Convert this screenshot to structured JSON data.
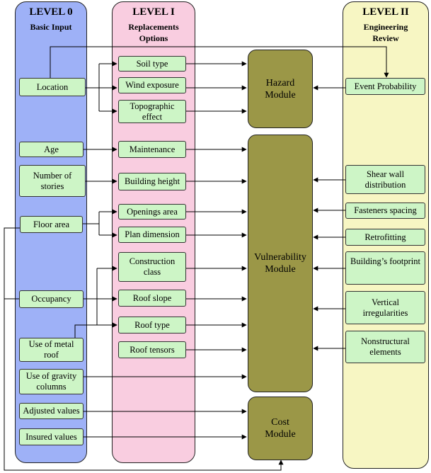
{
  "columns": {
    "level0": {
      "title": "LEVEL 0",
      "subtitle": "Basic Input",
      "color": "#9eb1f7"
    },
    "level1": {
      "title": "LEVEL I",
      "subtitle": "Replacements Options",
      "color": "#f9cde0"
    },
    "level2": {
      "title": "LEVEL II",
      "subtitle": "Engineering Review",
      "color": "#f7f6c3"
    }
  },
  "level0_items": {
    "location": "Location",
    "age": "Age",
    "number_of_stories": "Number of stories",
    "floor_area": "Floor area",
    "occupancy": "Occupancy",
    "use_of_metal_roof": "Use of metal roof",
    "use_of_gravity_columns": "Use of gravity columns",
    "adjusted_values": "Adjusted values",
    "insured_values": "Insured values"
  },
  "level1_items": {
    "soil_type": "Soil type",
    "wind_exposure": "Wind exposure",
    "topographic_effect": "Topographic effect",
    "maintenance": "Maintenance",
    "building_height": "Building height",
    "openings_area": "Openings area",
    "plan_dimension": "Plan dimension",
    "construction_class": "Construction class",
    "roof_slope": "Roof slope",
    "roof_type": "Roof type",
    "roof_tensors": "Roof tensors"
  },
  "level2_items": {
    "event_probability": "Event Probability",
    "shear_wall_distribution": "Shear wall distribution",
    "fasteners_spacing": "Fasteners spacing",
    "retrofitting": "Retrofitting",
    "buildings_footprint": "Building’s footprint",
    "vertical_irregularities": "Vertical irregularities",
    "nonstructural_elements": "Nonstructural elements"
  },
  "modules": {
    "hazard": "Hazard Module",
    "vulnerability": "Vulnerability Module",
    "cost": "Cost Module"
  },
  "colors": {
    "box_fill": "#cdf5c6",
    "module_fill": "#9b9747",
    "line": "#000000"
  }
}
